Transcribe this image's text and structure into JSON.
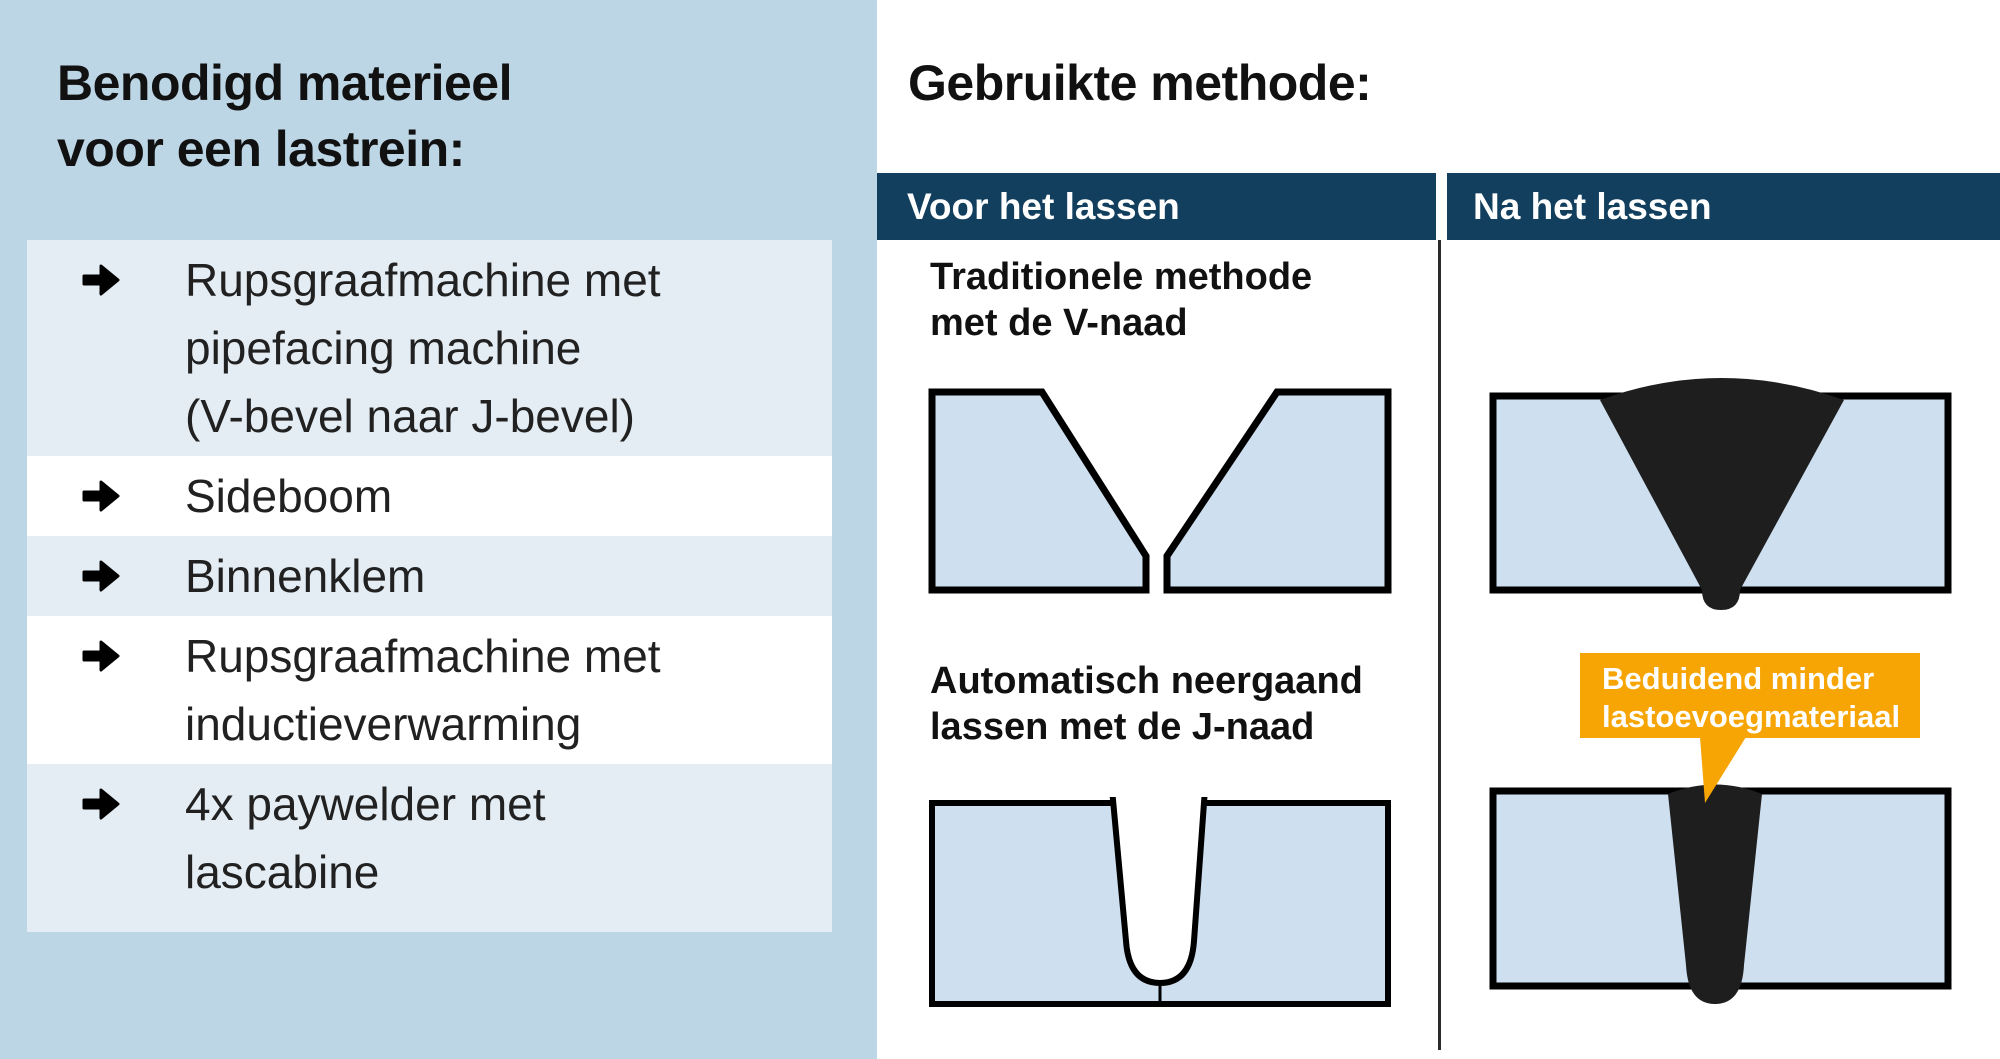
{
  "colors": {
    "left_panel_bg": "#bdd6e6",
    "row_alt_bg": "#e4edf4",
    "header_bar_bg": "#123f5e",
    "plate_fill": "#cedff0",
    "weld_fill": "#1e1e1e",
    "callout_bg": "#f6a504",
    "divider_color": "#2a2a2a",
    "text_dark": "#111111",
    "text_light": "#ffffff"
  },
  "icons": {
    "bullet": "arrow-right-icon"
  },
  "left_panel": {
    "title": "Benodigd materieel\nvoor een lastrein:",
    "items": [
      "Rupsgraafmachine met\npipefacing machine\n(V-bevel naar J-bevel)",
      "Sideboom",
      "Binnenklem",
      "Rupsgraafmachine met\ninductieverwarming",
      "4x paywelder met\nlascabine"
    ]
  },
  "right_panel": {
    "title": "Gebruikte methode:",
    "column_headers": [
      "Voor het lassen",
      "Na het lassen"
    ],
    "methods": [
      "Traditionele methode\nmet de V-naad",
      "Automatisch neergaand\nlassen met de J-naad"
    ],
    "callout_label": "Beduidend minder\nlastoevoegmateriaal",
    "diagrams": [
      "v-groove-before-welding",
      "j-groove-before-welding",
      "v-weld-after-welding",
      "j-weld-after-welding"
    ]
  }
}
